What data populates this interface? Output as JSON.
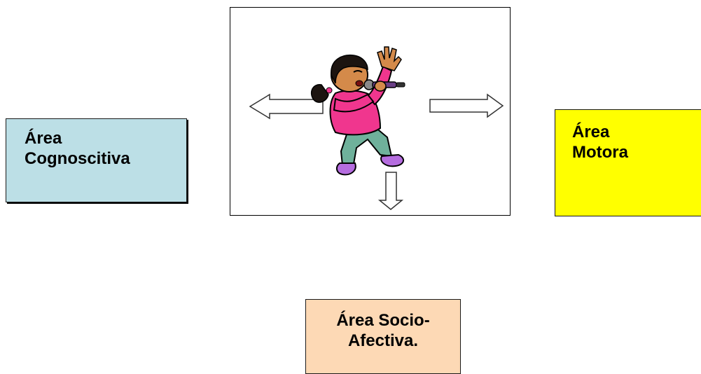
{
  "colors": {
    "cognoscitiva_fill": "#bcdfe6",
    "motora_fill": "#ffff00",
    "socio_fill": "#fdd9b5",
    "arrow_stroke": "#333333",
    "shirt": "#f0368e",
    "pants": "#6fb19b",
    "shoes": "#b56ddf",
    "skin": "#d48a4a",
    "hair": "#1c1410"
  },
  "areas": {
    "cognoscitiva": {
      "line1": "Área",
      "line2": "Cognoscitiva"
    },
    "motora": {
      "line1": "Área",
      "line2": "Motora"
    },
    "socio": {
      "line1": "Área Socio-",
      "line2": "Afectiva."
    }
  },
  "figure": {
    "subject": "child-singing-with-microphone",
    "arrows": [
      "left",
      "right",
      "down"
    ]
  }
}
